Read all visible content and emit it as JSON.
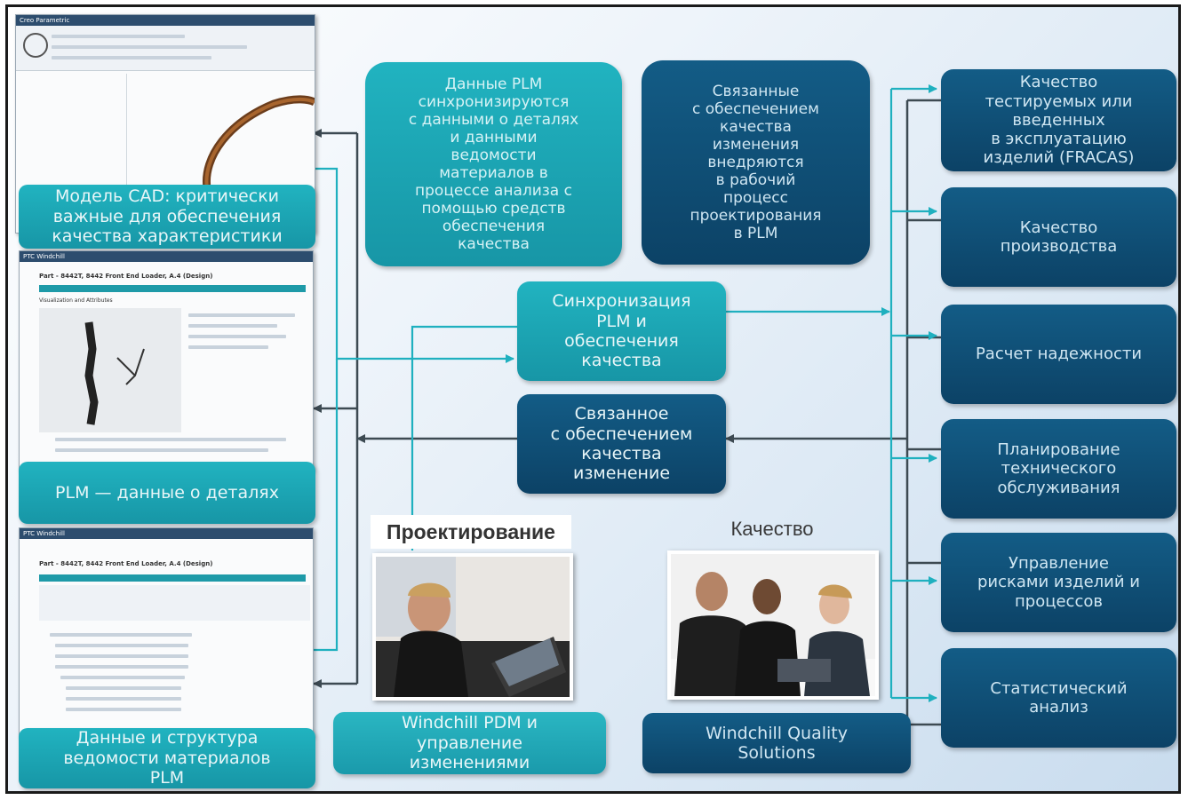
{
  "colors": {
    "teal": "#1fa8b8",
    "navy": "#0f4f77",
    "arrow_dark": "#3d4a52",
    "arrow_teal": "#1fb0bf"
  },
  "left_panels": {
    "cad_caption": "Модель CAD: критически\nважные для обеспечения\nкачества характеристики",
    "parts_caption": "PLM — данные о деталях",
    "bom_caption": "Данные и структура\nведомости материалов\nPLM"
  },
  "screens": {
    "cad_window_title": "Creo Parametric",
    "parts_app_title": "PTC Windchill",
    "parts_heading": "Part - 8442T, 8442 Front End Loader, A.4 (Design)",
    "parts_section": "Visualization and Attributes",
    "bom_app_title": "PTC Windchill",
    "bom_heading": "Part - 8442T, 8442 Front End Loader, A.4 (Design)"
  },
  "center": {
    "plm_sync_note": "Данные PLM\nсинхронизируются\nс данными о деталях\nи данными\nведомости\nматериалов в\nпроцессе анализа с\nпомощью средств\nобеспечения\nкачества",
    "quality_changes_note": "Связанные\nс обеспечением\nкачества\nизменения\nвнедряются\nв рабочий\nпроцесс\nпроектирования\nв PLM",
    "sync_box": "Синхронизация\nPLM и\nобеспечения\nкачества",
    "change_box": "Связанное\nс обеспечением\nкачества\nизменение",
    "design_heading": "Проектирование",
    "quality_heading": "Качество",
    "pdm_caption": "Windchill PDM и\nуправление\nизменениями",
    "wqs_caption": "Windchill Quality\nSolutions"
  },
  "right_boxes": [
    "Качество\nтестируемых или\nвведенных\nв эксплуатацию\nизделий (FRACAS)",
    "Качество\nпроизводства",
    "Расчет надежности",
    "Планирование\nтехнического\nобслуживания",
    "Управление\nрисками изделий и\nпроцессов",
    "Статистический\nанализ"
  ]
}
